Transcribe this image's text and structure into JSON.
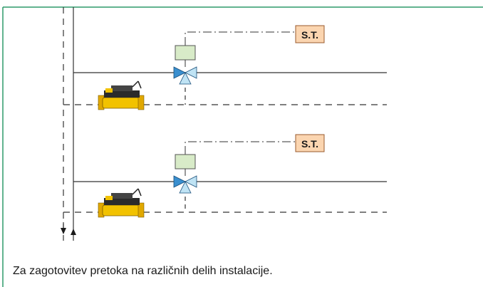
{
  "caption": "Za zagotovitev pretoka na različnih delih instalacije.",
  "circuits": [
    {
      "sensor_label": "S.T."
    },
    {
      "sensor_label": "S.T."
    }
  ],
  "colors": {
    "frame": "#2e9a6a",
    "line": "#333333",
    "sensor_fill": "#fbd5b0",
    "sensor_stroke": "#9a5a2e",
    "actuator_fill": "#d8ebc8",
    "valve_left": "#3a8fcf",
    "valve_right": "#bfe3f4",
    "balancing_valve": "#f2c200"
  }
}
